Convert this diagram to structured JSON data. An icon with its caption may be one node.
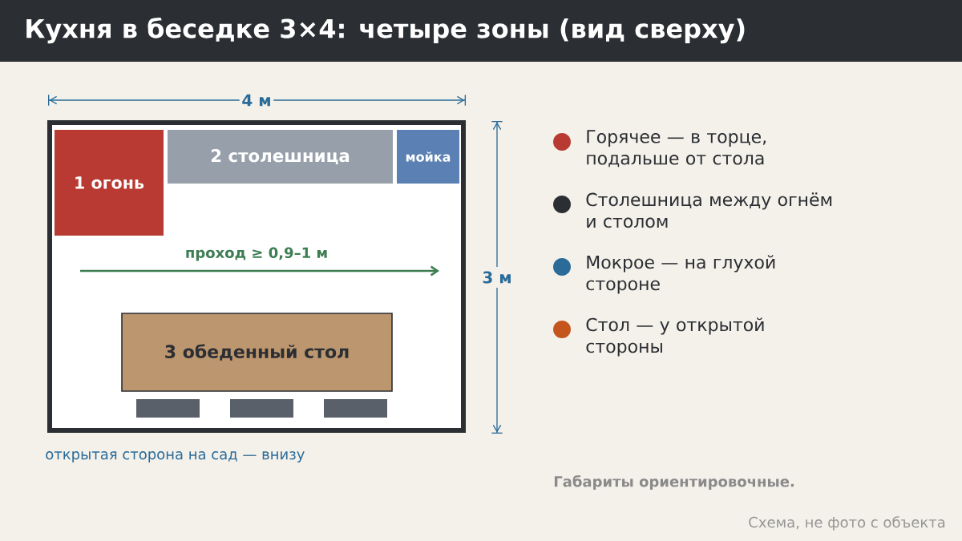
{
  "diagram": {
    "title": "Кухня в беседке 3×4: четыре зоны (вид сверху)",
    "nodes": [
      {
        "text": [],
        "shape": "box"
      },
      {
        "text": [
          "1 огонь"
        ],
        "in": 0
      },
      {
        "text": [
          "2 столешница"
        ],
        "in": 0
      },
      {
        "text": [
          "мойка"
        ],
        "in": 0
      },
      {
        "text": [
          "3 обеденный стол"
        ],
        "in": 0
      },
      {
        "text": [],
        "shape": "bar",
        "in": 0
      },
      {
        "text": [],
        "shape": "bar",
        "in": 0
      },
      {
        "text": [],
        "shape": "bar",
        "in": 0
      }
    ],
    "edges": [],
    "labels": [
      "4 м",
      "3 м",
      "проход ≥ 0,9–1 м",
      "открытая сторона на сад — внизу",
      "Габариты ориентировочные.",
      "Схема, не фото с объекта"
    ],
    "legend": [
      {
        "text": "Горячее — в торце, подальше от стола",
        "color": "#b83a32"
      },
      {
        "text": "Столешница между огнём и столом",
        "color": "#2b2e33"
      },
      {
        "text": "Мокрое — на глухой стороне",
        "color": "#2a6b99"
      },
      {
        "text": "Стол — у открытой стороны",
        "color": "#c4561d"
      }
    ]
  }
}
